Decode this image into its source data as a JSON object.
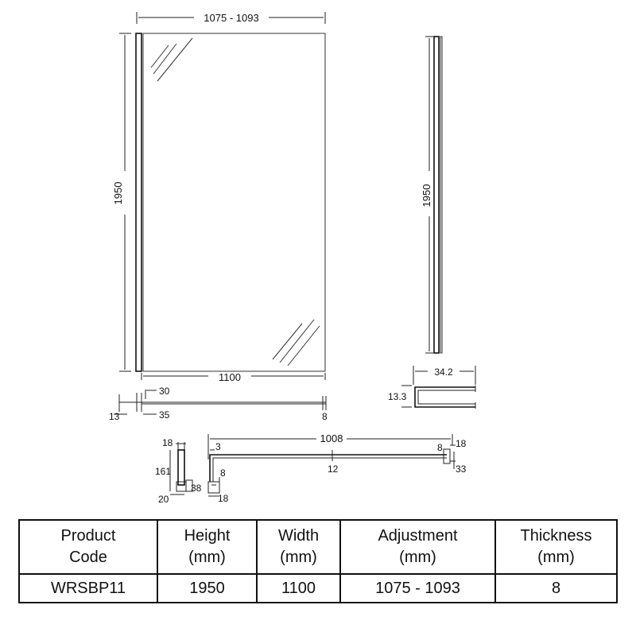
{
  "diagram": {
    "front": {
      "top_width": "1075 - 1093",
      "height": "1950",
      "bottom_width": "1100"
    },
    "side": {
      "height": "1950"
    },
    "plan": {
      "dim_30": "30",
      "dim_13": "13",
      "dim_35": "35",
      "dim_8": "8"
    },
    "channel": {
      "width": "34.2",
      "height": "13.3"
    },
    "arm": {
      "length": "1008",
      "dim_3": "3",
      "dim_8a": "8",
      "dim_18a": "18",
      "dim_33": "33",
      "dim_12": "12",
      "dim_8b": "8",
      "dim_18b": "18"
    },
    "bracket": {
      "dim_18": "18",
      "dim_161": "161",
      "dim_38": "38",
      "dim_20": "20"
    }
  },
  "table": {
    "headers": [
      {
        "line1": "Product",
        "line2": "Code"
      },
      {
        "line1": "Height",
        "line2": "(mm)"
      },
      {
        "line1": "Width",
        "line2": "(mm)"
      },
      {
        "line1": "Adjustment",
        "line2": "(mm)"
      },
      {
        "line1": "Thickness",
        "line2": "(mm)"
      }
    ],
    "row": [
      "WRSBP11",
      "1950",
      "1100",
      "1075 - 1093",
      "8"
    ]
  }
}
